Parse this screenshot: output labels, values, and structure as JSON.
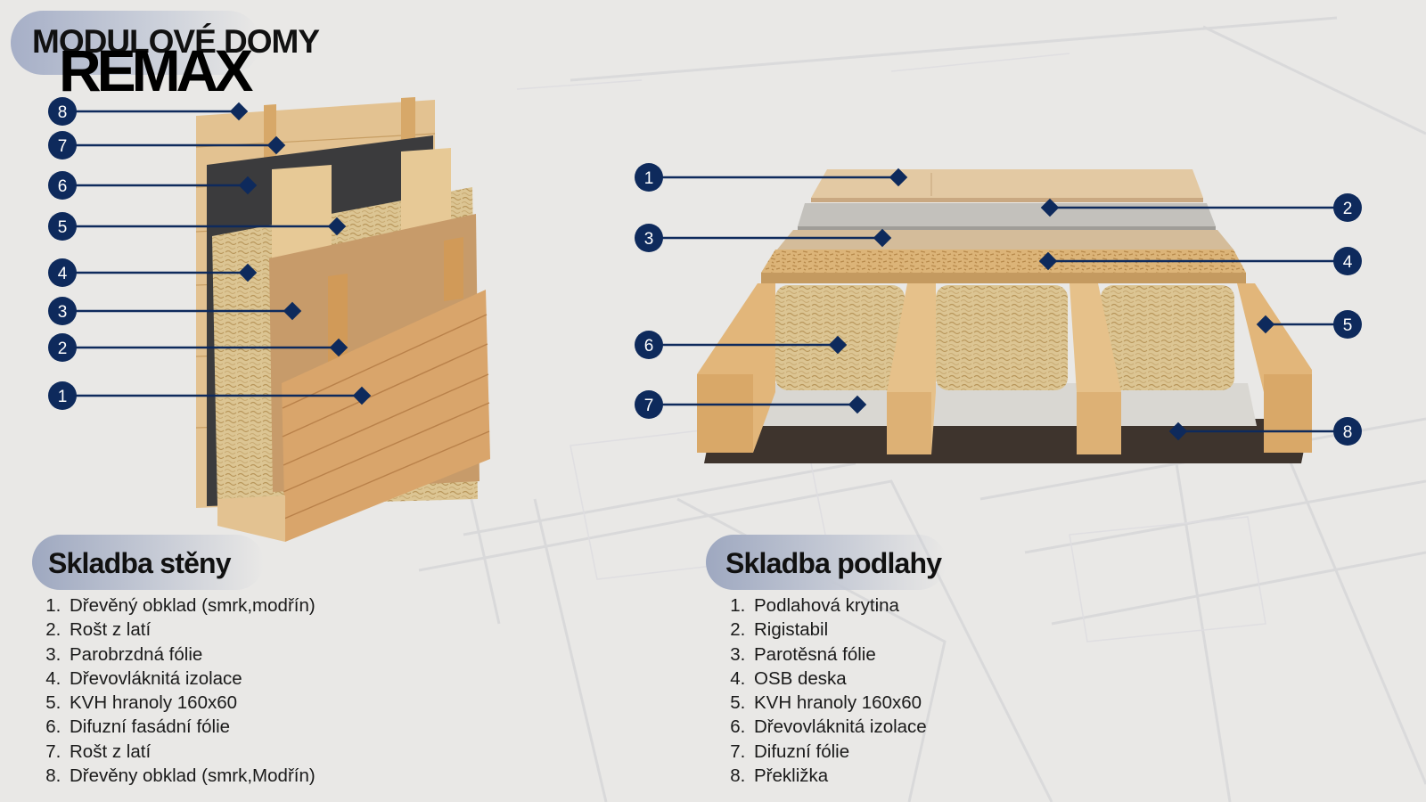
{
  "brand": {
    "line1": "MODULOVÉ DOMY",
    "line2": "REMAX"
  },
  "wall": {
    "title": "Skladba stěny",
    "markers": [
      "8",
      "7",
      "6",
      "5",
      "4",
      "3",
      "2",
      "1"
    ],
    "layers": [
      "Dřevěný obklad (smrk,modřín)",
      "Rošt z latí",
      "Parobrzdná fólie",
      "Dřevovláknitá izolace",
      "KVH hranoly 160x60",
      "Difuzní fasádní fólie",
      "Rošt z latí",
      "Dřevěny obklad (smrk,Modřín)"
    ]
  },
  "floor": {
    "title": "Skladba podlahy",
    "markers_left": [
      "1",
      "3",
      "6",
      "7"
    ],
    "markers_right": [
      "2",
      "4",
      "5",
      "8"
    ],
    "layers": [
      "Podlahová krytina",
      "Rigistabil",
      "Parotěsná fólie",
      "OSB deska",
      "KVH hranoly 160x60",
      "Dřevovláknitá izolace",
      "Difuzní fólie",
      "Překližka"
    ]
  },
  "colors": {
    "background": "#e9e8e6",
    "accent_navy": "#0e2a5c",
    "pill": "#a6afc7",
    "wood_light": "#e1bf8c",
    "wood_dark": "#d8a368",
    "insulation": "#d9c08a",
    "membrane_dark": "#3b3b3d",
    "membrane_light": "#c9c7c2"
  }
}
